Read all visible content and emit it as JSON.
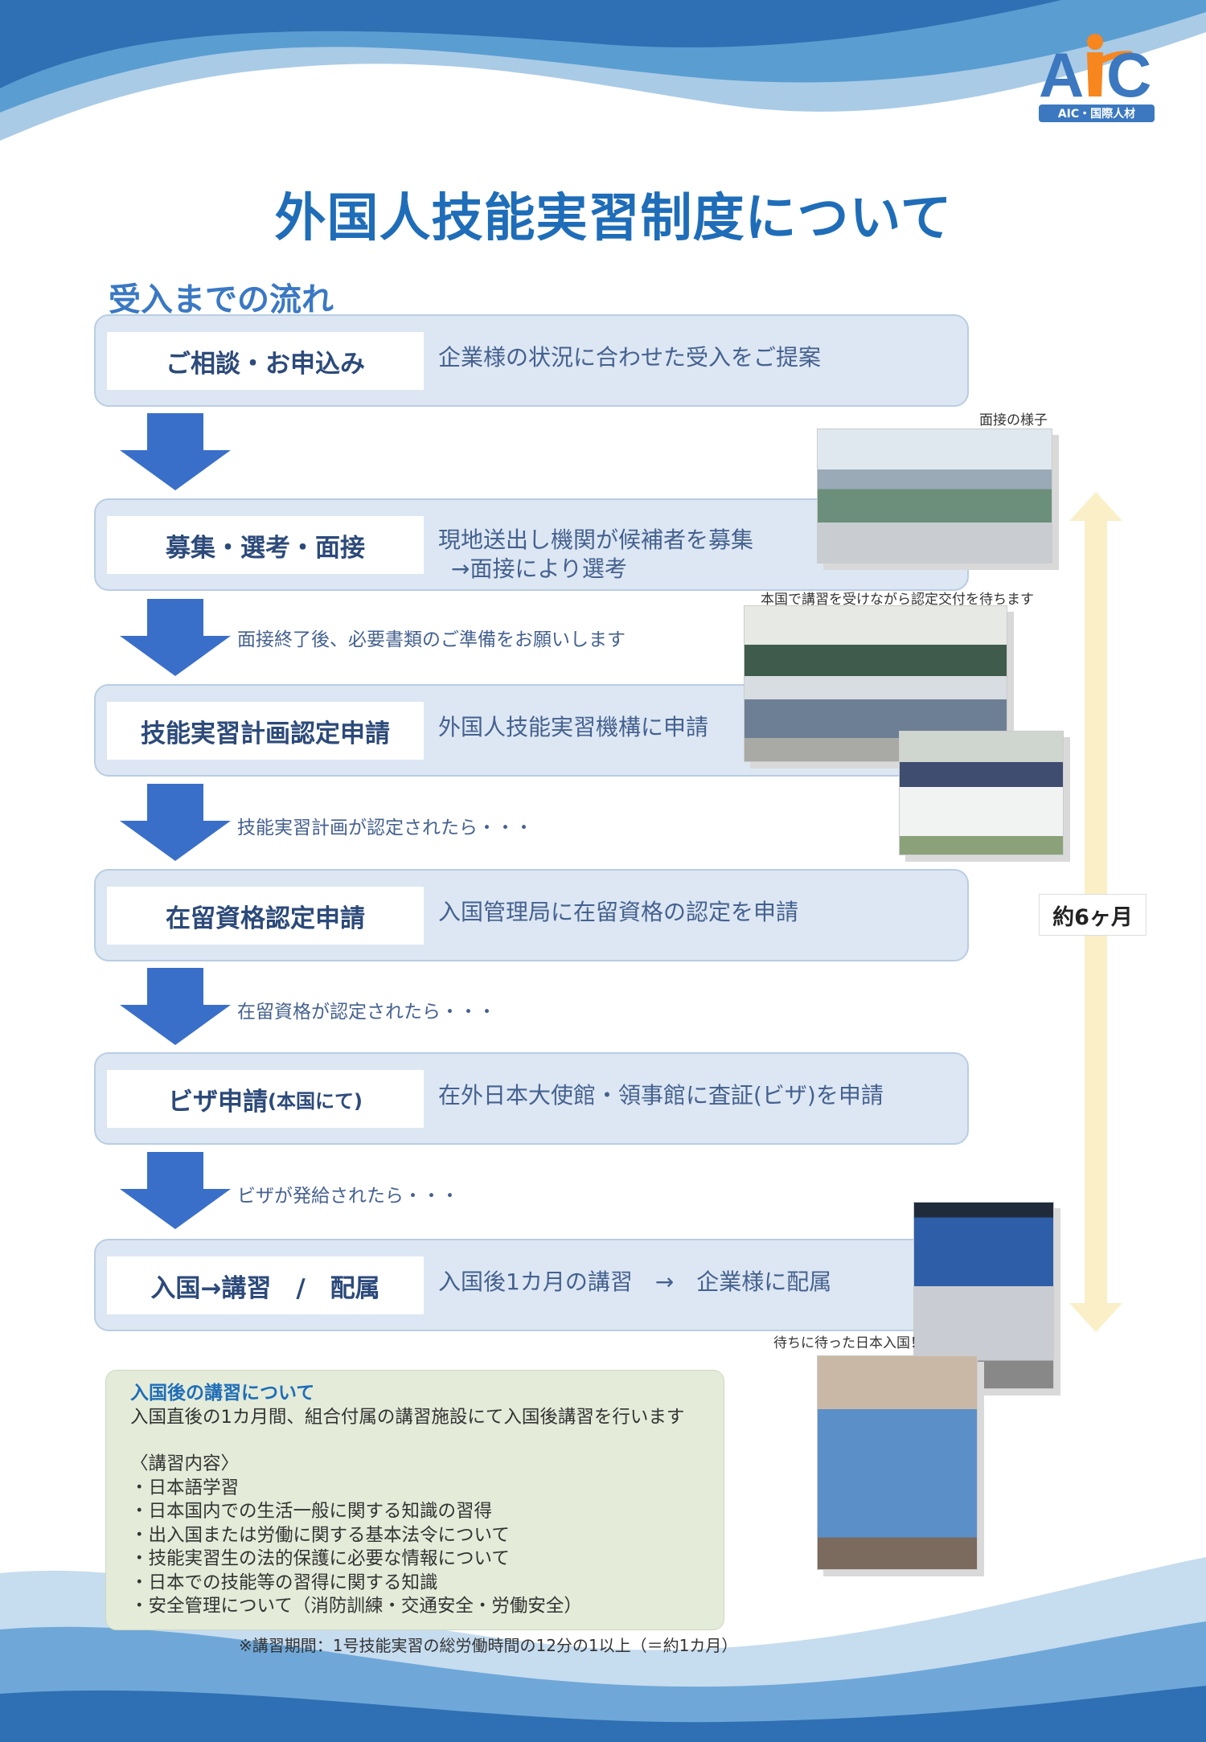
{
  "logo": {
    "text": "AIC",
    "subtext": "AIC・国際人材"
  },
  "title": "外国人技能実習制度について",
  "subtitle": "受入までの流れ",
  "steps": [
    {
      "label": "ご相談・お申込み",
      "desc": "企業様の状況に合わせた受入をご提案"
    },
    {
      "label": "募集・選考・面接",
      "desc": "現地送出し機関が候補者を募集",
      "desc2": "→面接により選考"
    },
    {
      "label": "技能実習計画認定申請",
      "desc": "外国人技能実習機構に申請"
    },
    {
      "label": "在留資格認定申請",
      "desc": "入国管理局に在留資格の認定を申請"
    },
    {
      "label": "ビザ申請",
      "label_small": "(本国にて)",
      "desc": "在外日本大使館・領事館に査証(ビザ)を申請"
    },
    {
      "label": "入国→講習　/　配属",
      "desc": "入国後1カ月の講習　→　企業様に配属"
    }
  ],
  "arrow_notes": [
    "",
    "面接終了後、必要書類のご準備をお願いします",
    "技能実習計画が認定されたら・・・",
    "在留資格が認定されたら・・・",
    "ビザが発給されたら・・・"
  ],
  "captions": {
    "interview": "面接の様子",
    "training": "本国で講習を受けながら認定交付を待ちます",
    "arrival": "待ちに待った日本入国！"
  },
  "period": "約6ヶ月",
  "info": {
    "heading": "入国後の講習について",
    "intro": "入国直後の1カ月間、組合付属の講習施設にて入国後講習を行います",
    "content_heading": "〈講習内容〉",
    "items": [
      "・日本語学習",
      "・日本国内での生活一般に関する知識の習得",
      "・出入国または労働に関する基本法令について",
      "・技能実習生の法的保護に必要な情報について",
      "・日本での技能等の習得に関する知識",
      "・安全管理について（消防訓練・交通安全・労働安全）"
    ]
  },
  "footnote": "※講習期間：1号技能実習の総労働時間の12分の1以上（＝約1カ月）",
  "colors": {
    "primary": "#1f6db8",
    "step_bg": "#dce7f3",
    "arrow": "#3a6fc9",
    "info_bg": "#e4ecd9",
    "period_bar": "#fbefc8",
    "logo_orange": "#f7861e"
  }
}
